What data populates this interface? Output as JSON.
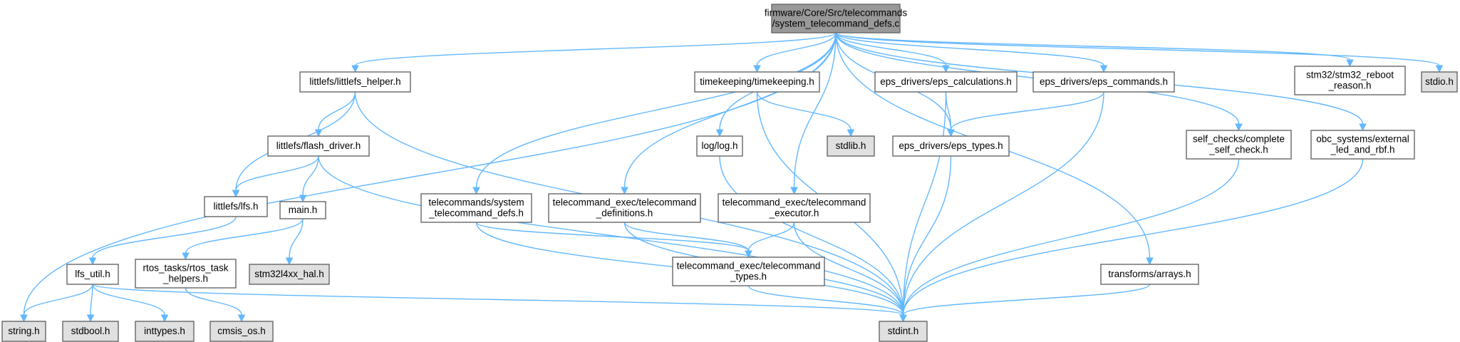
{
  "diagram": {
    "type": "include-dependency-graph",
    "colors": {
      "root_fill": "#999999",
      "header_fill": "#ffffff",
      "system_fill": "#e0e0e0",
      "node_border": "#666666",
      "edge": "#63b8ff"
    },
    "nodes": [
      {
        "id": "root",
        "lines": [
          "firmware/Core/Src/telecommands",
          "/system_telecommand_defs.c"
        ],
        "kind": "root"
      },
      {
        "id": "littlefs_helper",
        "lines": [
          "littlefs/littlefs_helper.h"
        ],
        "kind": "header"
      },
      {
        "id": "flash_driver",
        "lines": [
          "littlefs/flash_driver.h"
        ],
        "kind": "header"
      },
      {
        "id": "lfs",
        "lines": [
          "littlefs/lfs.h"
        ],
        "kind": "header"
      },
      {
        "id": "main",
        "lines": [
          "main.h"
        ],
        "kind": "header"
      },
      {
        "id": "lfs_util",
        "lines": [
          "lfs_util.h"
        ],
        "kind": "header"
      },
      {
        "id": "rtos_helpers",
        "lines": [
          "rtos_tasks/rtos_task",
          "_helpers.h"
        ],
        "kind": "header"
      },
      {
        "id": "stm32hal",
        "lines": [
          "stm32l4xx_hal.h"
        ],
        "kind": "system"
      },
      {
        "id": "string",
        "lines": [
          "string.h"
        ],
        "kind": "system"
      },
      {
        "id": "stdbool",
        "lines": [
          "stdbool.h"
        ],
        "kind": "system"
      },
      {
        "id": "inttypes",
        "lines": [
          "inttypes.h"
        ],
        "kind": "system"
      },
      {
        "id": "cmsis",
        "lines": [
          "cmsis_os.h"
        ],
        "kind": "system"
      },
      {
        "id": "sys_tc_defs",
        "lines": [
          "telecommands/system",
          "_telecommand_defs.h"
        ],
        "kind": "header"
      },
      {
        "id": "tc_definitions",
        "lines": [
          "telecommand_exec/telecommand",
          "_definitions.h"
        ],
        "kind": "header"
      },
      {
        "id": "tc_types",
        "lines": [
          "telecommand_exec/telecommand",
          "_types.h"
        ],
        "kind": "header"
      },
      {
        "id": "log",
        "lines": [
          "log/log.h"
        ],
        "kind": "header"
      },
      {
        "id": "timekeeping",
        "lines": [
          "timekeeping/timekeeping.h"
        ],
        "kind": "header"
      },
      {
        "id": "stdlib",
        "lines": [
          "stdlib.h"
        ],
        "kind": "system"
      },
      {
        "id": "tc_executor",
        "lines": [
          "telecommand_exec/telecommand",
          "_executor.h"
        ],
        "kind": "header"
      },
      {
        "id": "eps_calc",
        "lines": [
          "eps_drivers/eps_calculations.h"
        ],
        "kind": "header"
      },
      {
        "id": "eps_types",
        "lines": [
          "eps_drivers/eps_types.h"
        ],
        "kind": "header"
      },
      {
        "id": "eps_cmds",
        "lines": [
          "eps_drivers/eps_commands.h"
        ],
        "kind": "header"
      },
      {
        "id": "stdint",
        "lines": [
          "stdint.h"
        ],
        "kind": "system"
      },
      {
        "id": "self_check",
        "lines": [
          "self_checks/complete",
          "_self_check.h"
        ],
        "kind": "header"
      },
      {
        "id": "arrays",
        "lines": [
          "transforms/arrays.h"
        ],
        "kind": "header"
      },
      {
        "id": "reboot",
        "lines": [
          "stm32/stm32_reboot",
          "_reason.h"
        ],
        "kind": "header"
      },
      {
        "id": "ext_led",
        "lines": [
          "obc_systems/external",
          "_led_and_rbf.h"
        ],
        "kind": "header"
      },
      {
        "id": "stdio",
        "lines": [
          "stdio.h"
        ],
        "kind": "system"
      }
    ],
    "edges": [
      {
        "from": "root",
        "to": "string"
      },
      {
        "from": "root",
        "to": "littlefs_helper"
      },
      {
        "from": "root",
        "to": "sys_tc_defs"
      },
      {
        "from": "root",
        "to": "tc_definitions"
      },
      {
        "from": "root",
        "to": "log"
      },
      {
        "from": "root",
        "to": "timekeeping"
      },
      {
        "from": "root",
        "to": "tc_executor"
      },
      {
        "from": "root",
        "to": "eps_types"
      },
      {
        "from": "root",
        "to": "eps_calc"
      },
      {
        "from": "root",
        "to": "eps_cmds"
      },
      {
        "from": "root",
        "to": "arrays"
      },
      {
        "from": "root",
        "to": "self_check"
      },
      {
        "from": "root",
        "to": "reboot"
      },
      {
        "from": "root",
        "to": "ext_led"
      },
      {
        "from": "root",
        "to": "stdio"
      },
      {
        "from": "littlefs_helper",
        "to": "lfs"
      },
      {
        "from": "littlefs_helper",
        "to": "flash_driver"
      },
      {
        "from": "littlefs_helper",
        "to": "stdint"
      },
      {
        "from": "flash_driver",
        "to": "lfs"
      },
      {
        "from": "flash_driver",
        "to": "main"
      },
      {
        "from": "flash_driver",
        "to": "stdint"
      },
      {
        "from": "lfs",
        "to": "lfs_util"
      },
      {
        "from": "main",
        "to": "rtos_helpers"
      },
      {
        "from": "main",
        "to": "stm32hal"
      },
      {
        "from": "lfs_util",
        "to": "string"
      },
      {
        "from": "lfs_util",
        "to": "stdbool"
      },
      {
        "from": "lfs_util",
        "to": "inttypes"
      },
      {
        "from": "lfs_util",
        "to": "stdint"
      },
      {
        "from": "rtos_helpers",
        "to": "cmsis"
      },
      {
        "from": "sys_tc_defs",
        "to": "tc_types"
      },
      {
        "from": "sys_tc_defs",
        "to": "stdint"
      },
      {
        "from": "tc_definitions",
        "to": "tc_types"
      },
      {
        "from": "tc_definitions",
        "to": "stdint"
      },
      {
        "from": "tc_executor",
        "to": "tc_types"
      },
      {
        "from": "tc_executor",
        "to": "stdint"
      },
      {
        "from": "tc_types",
        "to": "stdint"
      },
      {
        "from": "log",
        "to": "stdint"
      },
      {
        "from": "timekeeping",
        "to": "stdlib"
      },
      {
        "from": "timekeeping",
        "to": "stdint"
      },
      {
        "from": "eps_calc",
        "to": "eps_types"
      },
      {
        "from": "eps_calc",
        "to": "stdint"
      },
      {
        "from": "eps_cmds",
        "to": "eps_types"
      },
      {
        "from": "eps_cmds",
        "to": "stdint"
      },
      {
        "from": "eps_types",
        "to": "stdint"
      },
      {
        "from": "self_check",
        "to": "stdint"
      },
      {
        "from": "arrays",
        "to": "stdint"
      },
      {
        "from": "ext_led",
        "to": "stdint"
      }
    ]
  }
}
